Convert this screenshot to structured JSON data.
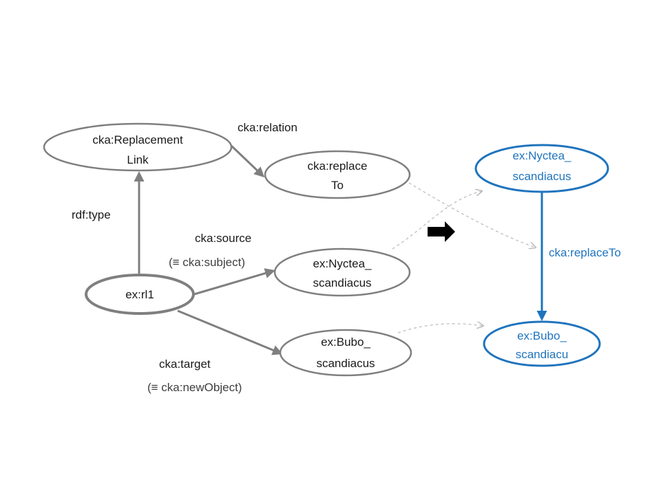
{
  "colors": {
    "gray": "#7f7f7f",
    "blue": "#1f74bd",
    "dashed": "#bdbdbd",
    "text": "#1a1a1a"
  },
  "nodes": {
    "replacement_link": {
      "line1": "cka:Replacement",
      "line2": "Link"
    },
    "replace_to": {
      "line1": "cka:replace",
      "line2": "To"
    },
    "rl1": {
      "label": "ex:rl1"
    },
    "nyctea_left": {
      "line1": "ex:Nyctea_",
      "line2": "scandiacus"
    },
    "bubo_left": {
      "line1": "ex:Bubo_",
      "line2": "scandiacus"
    },
    "nyctea_right": {
      "line1": "ex:Nyctea_",
      "line2": "scandiacus"
    },
    "bubo_right": {
      "line1": "ex:Bubo_",
      "line2": "scandiacu"
    }
  },
  "edges": {
    "relation": "cka:relation",
    "rdf_type": "rdf:type",
    "source": "cka:source",
    "source_equiv": "(≡ cka:subject)",
    "target": "cka:target",
    "target_equiv": "(≡ cka:newObject)",
    "replace_to": "cka:replaceTo"
  },
  "icons": {
    "transform_arrow": "right-arrow-icon"
  }
}
